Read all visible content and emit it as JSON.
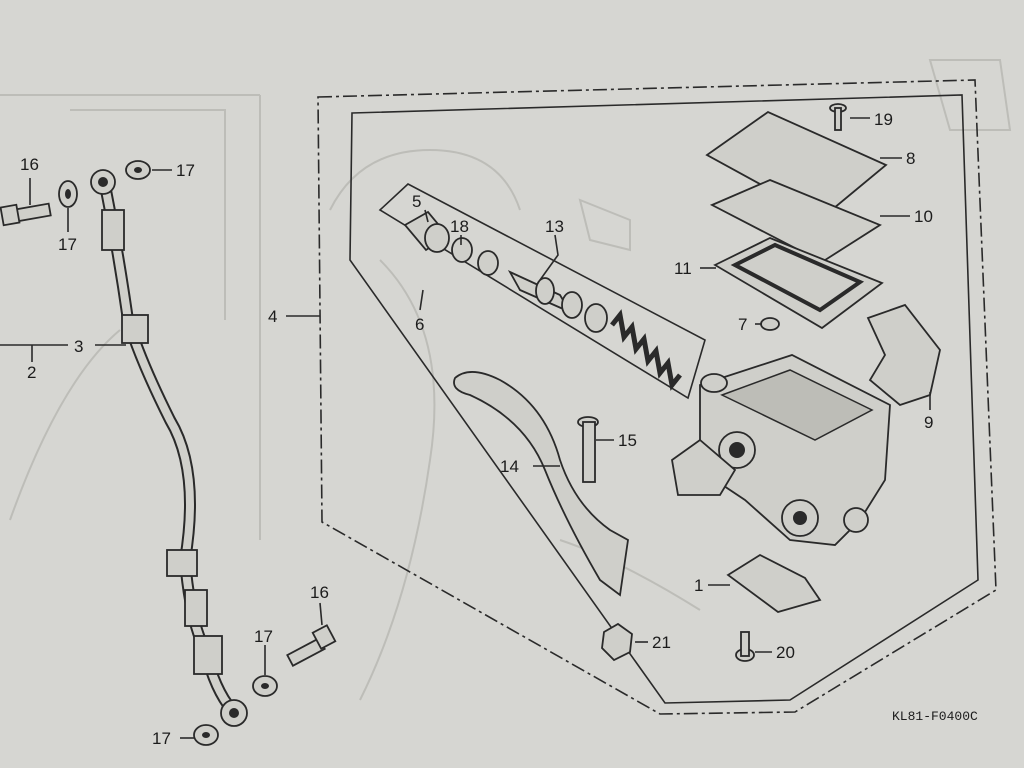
{
  "diagram": {
    "part_code": "KL81-F0400C",
    "callouts": {
      "c1": "1",
      "c2": "2",
      "c3": "3",
      "c4": "4",
      "c5": "5",
      "c6": "6",
      "c7": "7",
      "c8": "8",
      "c9": "9",
      "c10": "10",
      "c11": "11",
      "c13": "13",
      "c14": "14",
      "c15": "15",
      "c16a": "16",
      "c16b": "16",
      "c17a": "17",
      "c17b": "17",
      "c17c": "17",
      "c17d": "17",
      "c18": "18",
      "c19": "19",
      "c20": "20",
      "c21": "21"
    }
  }
}
